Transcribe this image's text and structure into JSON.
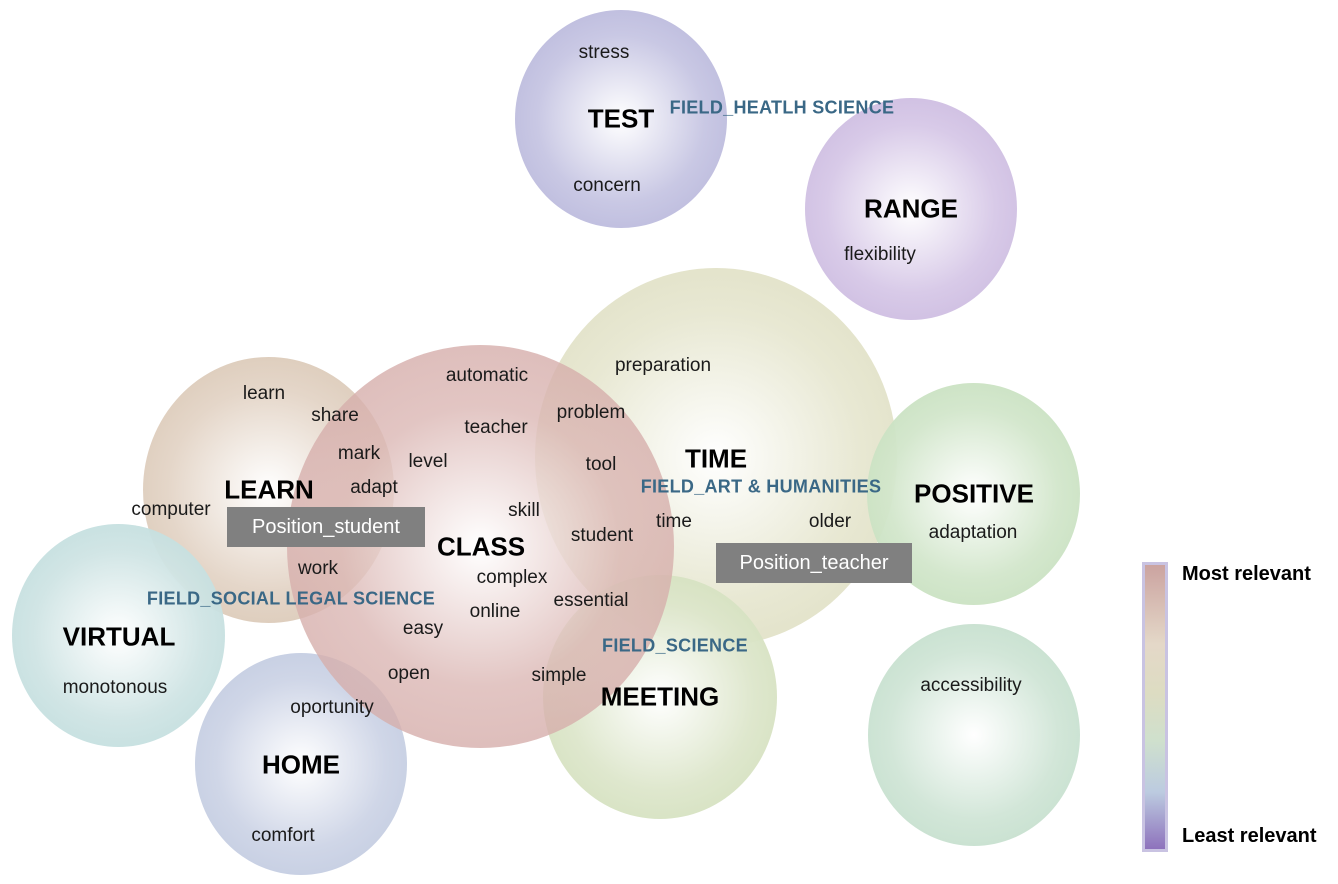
{
  "topics": {
    "test": "TEST",
    "range": "RANGE",
    "time": "TIME",
    "positive": "POSITIVE",
    "learn": "LEARN",
    "class": "CLASS",
    "virtual": "VIRTUAL",
    "meeting": "MEETING",
    "home": "HOME"
  },
  "words": {
    "stress": "stress",
    "concern": "concern",
    "flexibility": "flexibility",
    "preparation": "preparation",
    "problem": "problem",
    "tool": "tool",
    "time": "time",
    "older": "older",
    "adaptation": "adaptation",
    "learn": "learn",
    "share": "share",
    "mark": "mark",
    "adapt": "adapt",
    "computer": "computer",
    "automatic": "automatic",
    "teacher": "teacher",
    "level": "level",
    "skill": "skill",
    "student": "student",
    "work": "work",
    "complex": "complex",
    "online": "online",
    "essential": "essential",
    "easy": "easy",
    "open": "open",
    "simple": "simple",
    "monotonous": "monotonous",
    "oportunity": "oportunity",
    "comfort": "comfort",
    "accessibility": "accessibility"
  },
  "fields": {
    "health": "FIELD_HEATLH SCIENCE",
    "art": "FIELD_ART & HUMANITIES",
    "social": "FIELD_SOCIAL LEGAL SCIENCE",
    "science": "FIELD_SCIENCE"
  },
  "positions": {
    "student": "Position_student",
    "teacher": "Position_teacher"
  },
  "legend": {
    "top": "Most relevant",
    "bottom": "Least relevant"
  },
  "colors": {
    "most_relevant": "#cba3a0",
    "least_relevant": "#8e72bc",
    "field_text": "#3a6886",
    "position_box": "#808080"
  }
}
